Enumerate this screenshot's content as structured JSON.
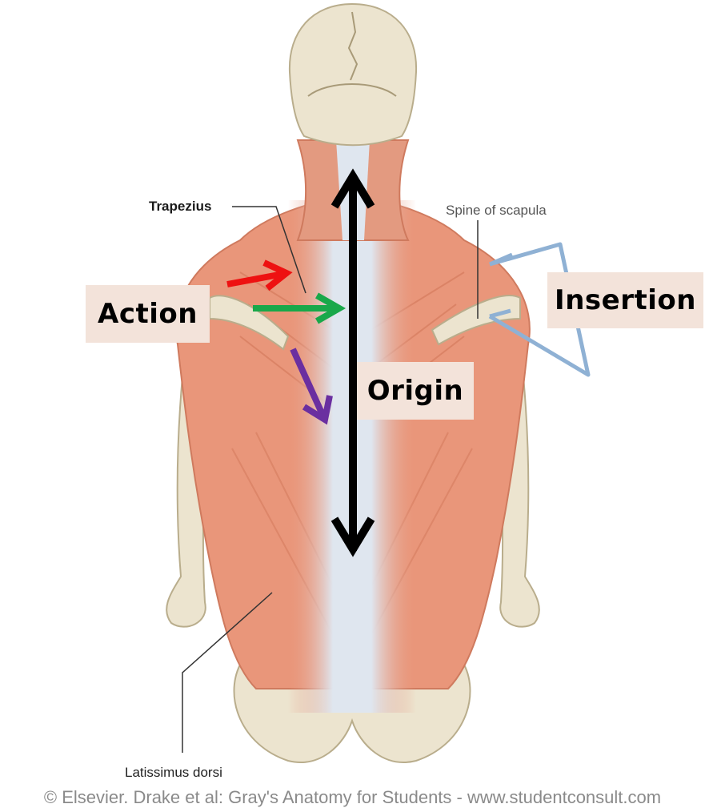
{
  "labels": {
    "trapezius": "Trapezius",
    "spine_of_scapula": "Spine of scapula",
    "latissimus_dorsi": "Latissimus dorsi"
  },
  "callouts": {
    "action": "Action",
    "insertion": "Insertion",
    "origin": "Origin"
  },
  "credit": "© Elsevier. Drake et al: Gray's Anatomy for Students - www.studentconsult.com",
  "colors": {
    "muscle": "#e9967a",
    "muscle_dark": "#d4735a",
    "fascia": "#d9e3ee",
    "bone": "#ece4cf",
    "bone_shadow": "#c9bd9c",
    "callout_bg": "#f3e3da",
    "arrow_red": "#ee1111",
    "arrow_green": "#19a84a",
    "arrow_purple": "#6a2fa0",
    "arrow_black": "#000000",
    "arrow_blue": "#8fb1d4"
  }
}
